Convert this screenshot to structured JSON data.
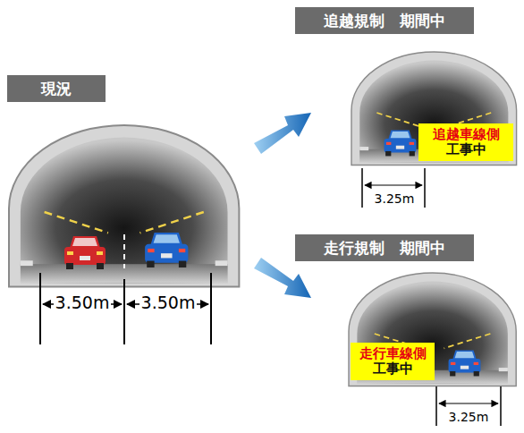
{
  "diagram": {
    "nodes": [
      {
        "text": [
          "現況"
        ]
      },
      {
        "text": [
          "追越規制　期間中"
        ]
      },
      {
        "text": [
          "追越車線側",
          "工事中"
        ]
      },
      {
        "text": [
          "走行規制　期間中"
        ]
      },
      {
        "text": [
          "走行車線側",
          "工事中"
        ]
      }
    ],
    "labels": [
      "3.50m",
      "3.50m",
      "3.25m",
      "3.25m"
    ]
  }
}
